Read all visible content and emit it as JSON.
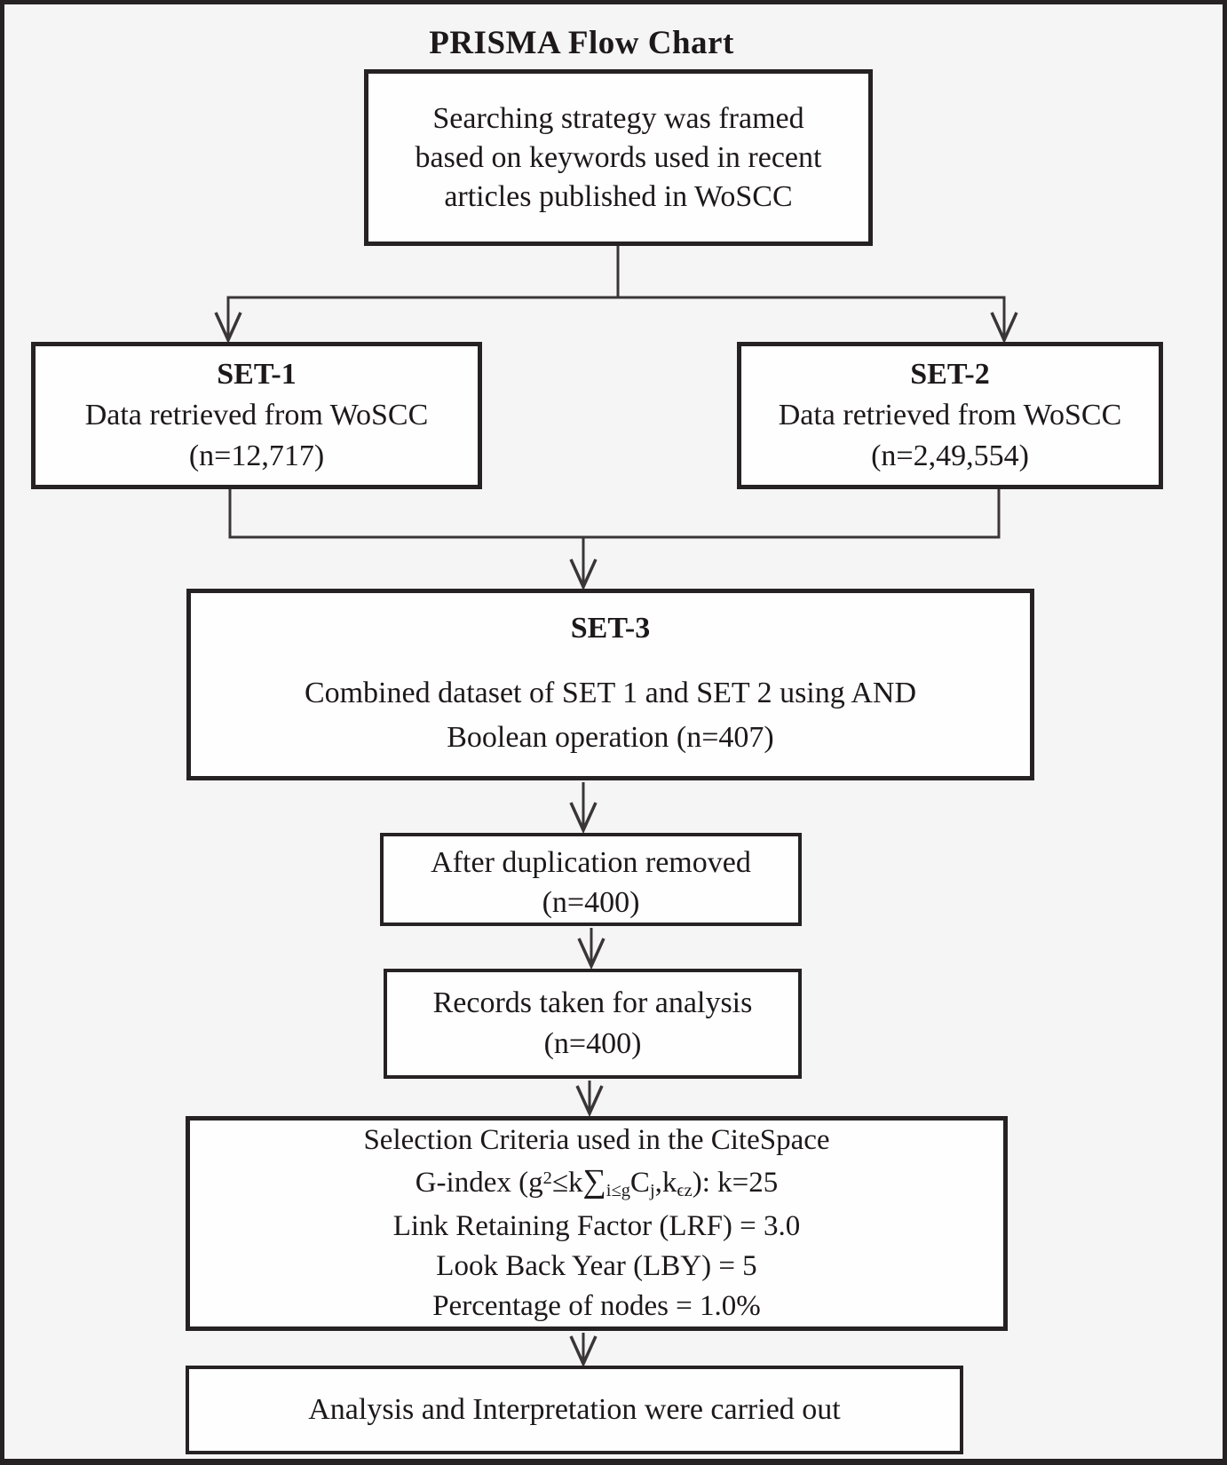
{
  "title": "PRISMA Flow Chart",
  "flow": {
    "search_strategy": {
      "line1": "Searching strategy was framed",
      "line2": "based on keywords used in recent",
      "line3": "articles published in WoSCC"
    },
    "set1": {
      "heading": "SET-1",
      "line1": "Data retrieved from WoSCC",
      "line2": "(n=12,717)"
    },
    "set2": {
      "heading": "SET-2",
      "line1": "Data retrieved from WoSCC",
      "line2": "(n=2,49,554)"
    },
    "set3": {
      "heading": "SET-3",
      "line1": "Combined dataset of SET 1 and SET 2 using AND",
      "line2": "Boolean operation (n=407)"
    },
    "deduplication": {
      "line1": "After duplication removed",
      "line2": "(n=400)"
    },
    "records": {
      "line1": "Records taken for analysis",
      "line2": "(n=400)"
    },
    "selection_criteria": {
      "line1": "Selection Criteria used in the CiteSpace",
      "formula": {
        "seg1": "G-index (g",
        "sup1": "2",
        "seg2": "≤k",
        "sum": "∑",
        "sub1": "i≤g",
        "seg3": "C",
        "sub2": "j",
        "seg4": ",k",
        "sub3": "ϵz",
        "seg5": "): k=25"
      },
      "line3": "Link Retaining Factor (LRF) = 3.0",
      "line4": "Look Back Year (LBY) = 5",
      "line5": "Percentage of nodes = 1.0%"
    },
    "analysis": {
      "line1": "Analysis and Interpretation were carried out"
    }
  },
  "colors": {
    "page_background": "#f6f5f5",
    "box_background": "#fefefe",
    "border": "#262223",
    "connector_line": "#3a3637",
    "text": "#1d191a"
  }
}
